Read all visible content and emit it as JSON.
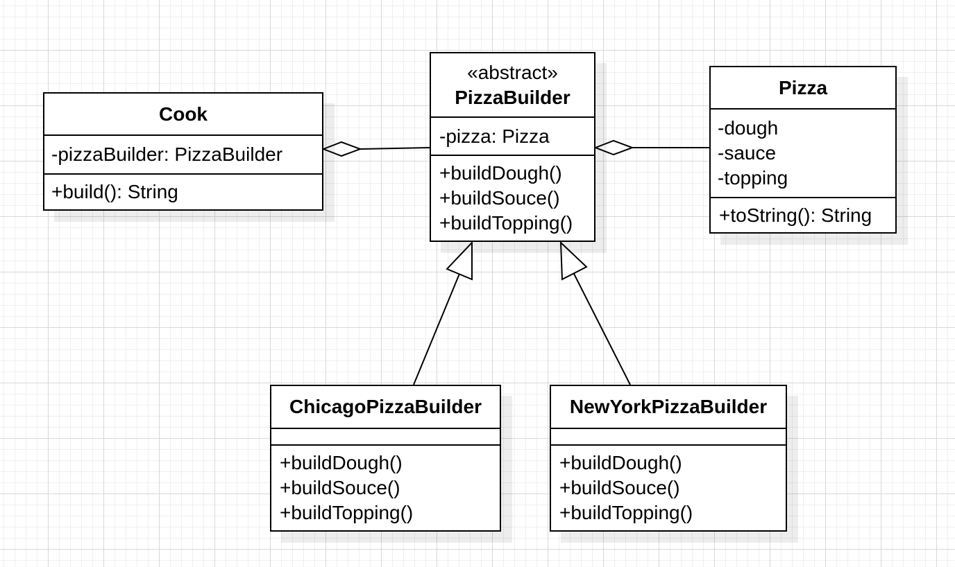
{
  "classes": {
    "cook": {
      "name": "Cook",
      "attributes": [
        "-pizzaBuilder: PizzaBuilder"
      ],
      "operations": [
        "+build(): String"
      ]
    },
    "pizza_builder": {
      "stereotype": "«abstract»",
      "name": "PizzaBuilder",
      "attributes": [
        "-pizza: Pizza"
      ],
      "operations": [
        "+buildDough()",
        "+buildSouce()",
        "+buildTopping()"
      ]
    },
    "pizza": {
      "name": "Pizza",
      "attributes": [
        "-dough",
        "-sauce",
        "-topping"
      ],
      "operations": [
        "+toString(): String"
      ]
    },
    "chicago_pizza_builder": {
      "name": "ChicagoPizzaBuilder",
      "attributes": [],
      "operations": [
        "+buildDough()",
        "+buildSouce()",
        "+buildTopping()"
      ]
    },
    "newyork_pizza_builder": {
      "name": "NewYorkPizzaBuilder",
      "attributes": [],
      "operations": [
        "+buildDough()",
        "+buildSouce()",
        "+buildTopping()"
      ]
    }
  },
  "relations": [
    {
      "type": "aggregation",
      "whole": "Cook",
      "part": "PizzaBuilder"
    },
    {
      "type": "aggregation",
      "whole": "PizzaBuilder",
      "part": "Pizza"
    },
    {
      "type": "generalization",
      "child": "ChicagoPizzaBuilder",
      "parent": "PizzaBuilder"
    },
    {
      "type": "generalization",
      "child": "NewYorkPizzaBuilder",
      "parent": "PizzaBuilder"
    }
  ],
  "colors": {
    "line": "#000000",
    "fill": "#ffffff"
  }
}
